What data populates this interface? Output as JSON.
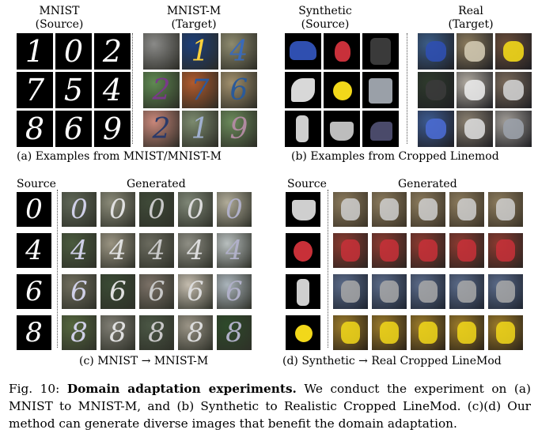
{
  "panel_a": {
    "source_title": "MNIST",
    "source_sub": "(Source)",
    "target_title": "MNIST-M",
    "target_sub": "(Target)",
    "source_digits": [
      "1",
      "0",
      "2",
      "7",
      "5",
      "4",
      "8",
      "6",
      "9"
    ],
    "target_digits": [
      "",
      "1",
      "4",
      "2",
      "7",
      "6",
      "2",
      "1",
      "9"
    ],
    "caption": "(a) Examples from MNIST/MNIST-M"
  },
  "panel_b": {
    "source_title": "Synthetic",
    "source_sub": "(Source)",
    "target_title": "Real",
    "target_sub": "(Target)",
    "caption": "(b) Examples from Cropped Linemod"
  },
  "panel_c": {
    "source_label": "Source",
    "generated_label": "Generated",
    "rows": [
      "0",
      "4",
      "6",
      "8"
    ],
    "caption": "(c) MNIST → MNIST-M"
  },
  "panel_d": {
    "source_label": "Source",
    "generated_label": "Generated",
    "caption": "(d) Synthetic → Real Cropped LineMod"
  },
  "figure_caption": {
    "prefix": "Fig. 10: ",
    "bold": "Domain adaptation experiments.",
    "rest": " We conduct the experiment on (a) MNIST to MNIST-M, and (b) Synthetic to Realistic Cropped LineMod. (c)(d) Our method can generate diverse images that benefit the domain adaptation."
  },
  "colors": {
    "mnistm_bg": [
      "#8a8a88",
      "#1d3f7a",
      "#8d8a6e",
      "#5f8a52",
      "#b05a2d",
      "#a08f6c",
      "#c9877a",
      "#7b8a6e",
      "#6a8a5a"
    ],
    "gen_bg": [
      "#5e6656",
      "#8a8a78",
      "#3f4a38",
      "#7e8676",
      "#b0ab98",
      "#4a5a3e",
      "#9a9482",
      "#6a6a5e",
      "#8e8e84",
      "#b8bfbf",
      "#6e6c5c",
      "#3a4a34",
      "#7a7066",
      "#c4bcae",
      "#aab4bb",
      "#54663e",
      "#7e7c72",
      "#4a5644",
      "#9a9486",
      "#2e4a2a"
    ],
    "real_bg": [
      "#3b5c86",
      "#8a7a5c",
      "#6b4e3a",
      "#2e3a2c",
      "#b0aaa0",
      "#7a6a5a",
      "#3c5a90",
      "#8a8070",
      "#a09c96"
    ]
  }
}
